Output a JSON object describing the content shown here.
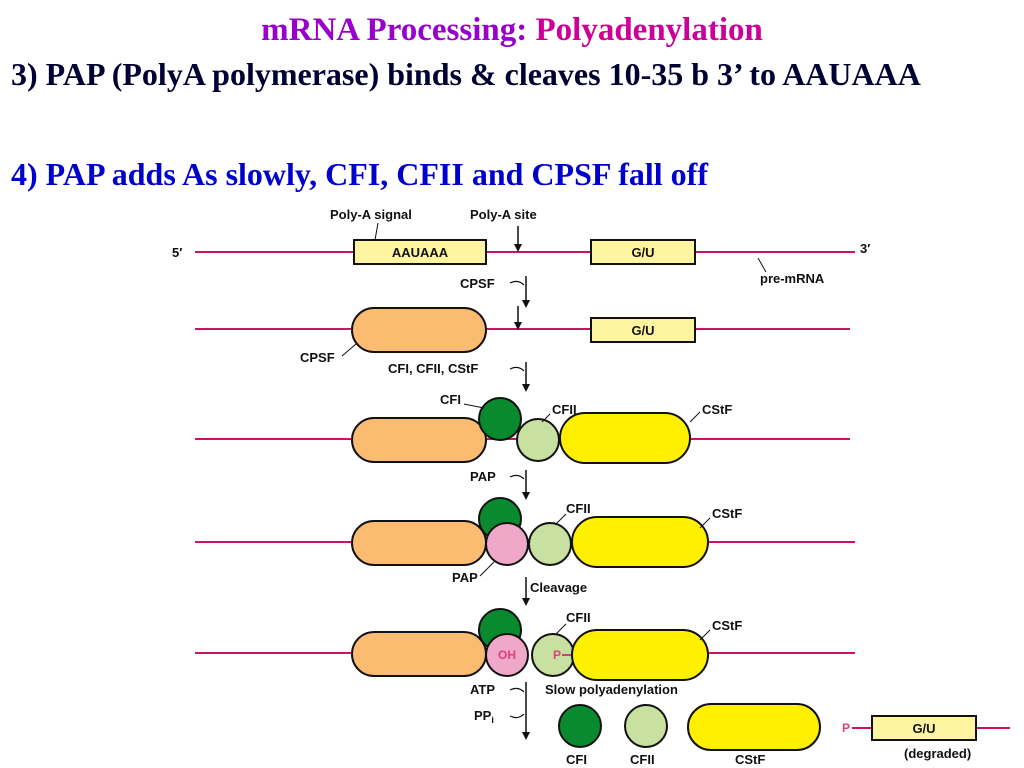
{
  "title": {
    "part1": "mRNA Processing: ",
    "part2": "Polyadenylation"
  },
  "step3": "3) PAP (PolyA polymerase) binds & cleaves 10-35 b 3’ to AAUAAA",
  "step4": "4) PAP adds As slowly, CFI, CFII and CPSF fall off",
  "diagram": {
    "poly_a_signal": "Poly-A signal",
    "poly_a_site": "Poly-A site",
    "five_prime": "5′",
    "three_prime": "3′",
    "aauaaa": "AAUAAA",
    "gu": "G/U",
    "pre_mrna": "pre-mRNA",
    "cpsf_step": "CPSF",
    "cpsf_label": "CPSF",
    "cf_step": "CFI, CFII, CStF",
    "cfi": "CFI",
    "cfii": "CFII",
    "cstf": "CStF",
    "pap_step": "PAP",
    "pap": "PAP",
    "cleavage": "Cleavage",
    "oh": "OH",
    "p": "P",
    "atp": "ATP",
    "ppi": "PP",
    "ppi_sub": "i",
    "slow_polyadenylation": "Slow polyadenylation",
    "degraded": "(degraded)"
  },
  "colors": {
    "title_purple": "#9900CC",
    "title_magenta": "#CC0099",
    "step3_text": "#000033",
    "step4_text": "#0000CC",
    "rna_line": "#CC1166",
    "box_fill": "#FFF5A0",
    "cpsf_fill": "#FBBB70",
    "cfi_fill": "#0A8A2E",
    "cfii_fill": "#C8E0A0",
    "cstf_fill": "#FFF000",
    "pap_fill": "#F0A8C8"
  }
}
